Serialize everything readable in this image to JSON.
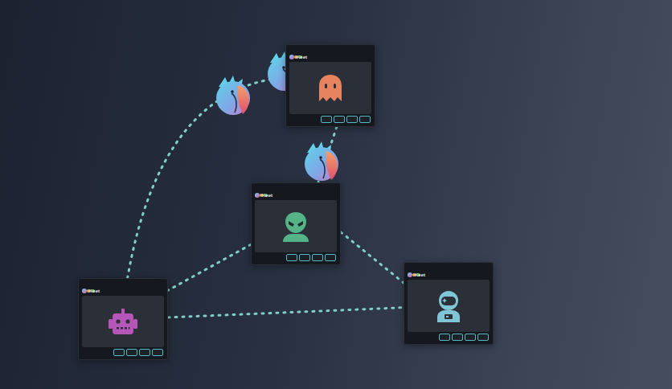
{
  "diagram": {
    "nodes": [
      {
        "text": [
          "Keet"
        ]
      },
      {
        "text": [
          "Keet"
        ]
      },
      {
        "text": [
          "Keet"
        ]
      },
      {
        "text": [
          "Keet"
        ]
      }
    ],
    "edges": [
      {
        "from": 2,
        "to": 0,
        "arrow": "none"
      },
      {
        "from": 0,
        "to": 1,
        "arrow": "none"
      },
      {
        "from": 1,
        "to": 2,
        "arrow": "none"
      },
      {
        "from": 1,
        "to": 3,
        "arrow": "none"
      },
      {
        "from": 2,
        "to": 3,
        "arrow": "none"
      }
    ]
  }
}
